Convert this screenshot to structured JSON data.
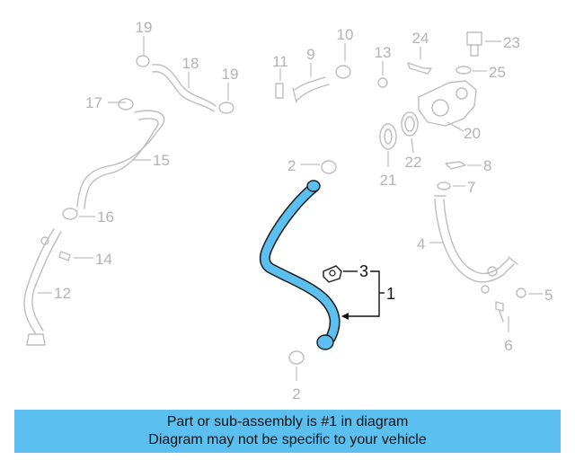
{
  "callouts": {
    "c1": "1",
    "c2a": "2",
    "c2b": "2",
    "c3": "3",
    "c4": "4",
    "c5": "5",
    "c6": "6",
    "c7": "7",
    "c8": "8",
    "c9": "9",
    "c10": "10",
    "c11": "11",
    "c12": "12",
    "c13": "13",
    "c14": "14",
    "c15": "15",
    "c16": "16",
    "c17": "17",
    "c18": "18",
    "c19a": "19",
    "c19b": "19",
    "c20": "20",
    "c21": "21",
    "c22": "22",
    "c23": "23",
    "c24": "24",
    "c25": "25"
  },
  "colors": {
    "highlight": "#5bc0f0",
    "ghost": "#bdbdbd"
  },
  "banner": {
    "line1": "Part or sub-assembly is #1 in diagram",
    "line2": "Diagram may not be specific to your vehicle"
  }
}
